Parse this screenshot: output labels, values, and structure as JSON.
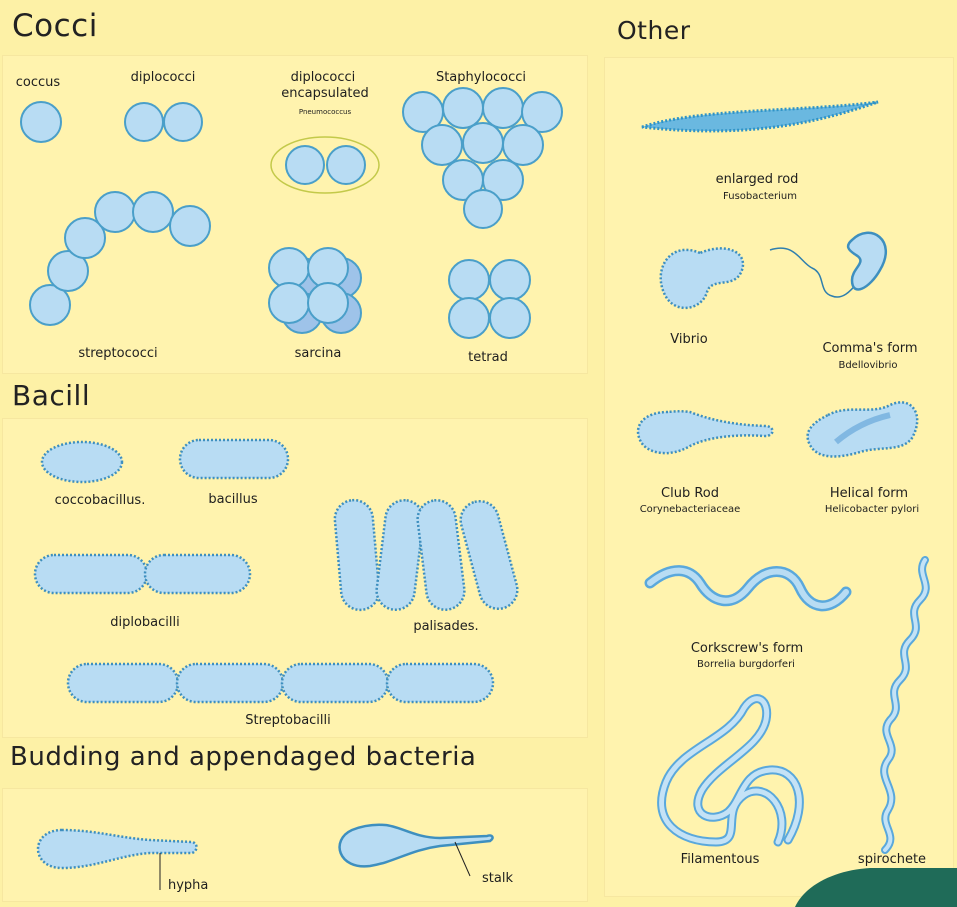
{
  "sections": {
    "cocci": "Cocci",
    "bacilli": "Bacill",
    "budding": "Budding and appendaged bacteria",
    "other": "Other"
  },
  "cocci": {
    "coccus": "coccus",
    "diplococci": "diplococci",
    "diplococci_encapsulated": [
      "diplococci",
      "encapsulated"
    ],
    "pneumococcus": "Pneumococcus",
    "staphylococci": "Staphylococci",
    "streptococci": "streptococci",
    "sarcina": "sarcina",
    "tetrad": "tetrad"
  },
  "bacilli": {
    "coccobacillus": "coccobacillus.",
    "bacillus": "bacillus",
    "diplobacilli": "diplobacilli",
    "palisades": "palisades.",
    "streptobacilli": "Streptobacilli"
  },
  "budding": {
    "hypha": "hypha",
    "stalk": "stalk"
  },
  "other": {
    "enlarged_rod": "enlarged rod",
    "fusobacterium": "Fusobacterium",
    "vibrio": "Vibrio",
    "comma_form": "Comma's form",
    "bdellovibrio": "Bdellovibrio",
    "club_rod": "Club Rod",
    "corynebacteriaceae": "Corynebacteriaceae",
    "helical_form": "Helical form",
    "helicobacter": "Helicobacter pylori",
    "corkscrew_form": "Corkscrew's form",
    "borrelia": "Borrelia burgdorferi",
    "filamentous": "Filamentous",
    "spirochete": "spirochete"
  },
  "colors": {
    "background": "#fdf1a6",
    "panel": "#fff3ae",
    "cell_fill": "#b8dcf3",
    "cell_stroke": "#4a9fc9",
    "cell_shadow": "#8db8e2",
    "corner_accent": "#1f6b58"
  }
}
